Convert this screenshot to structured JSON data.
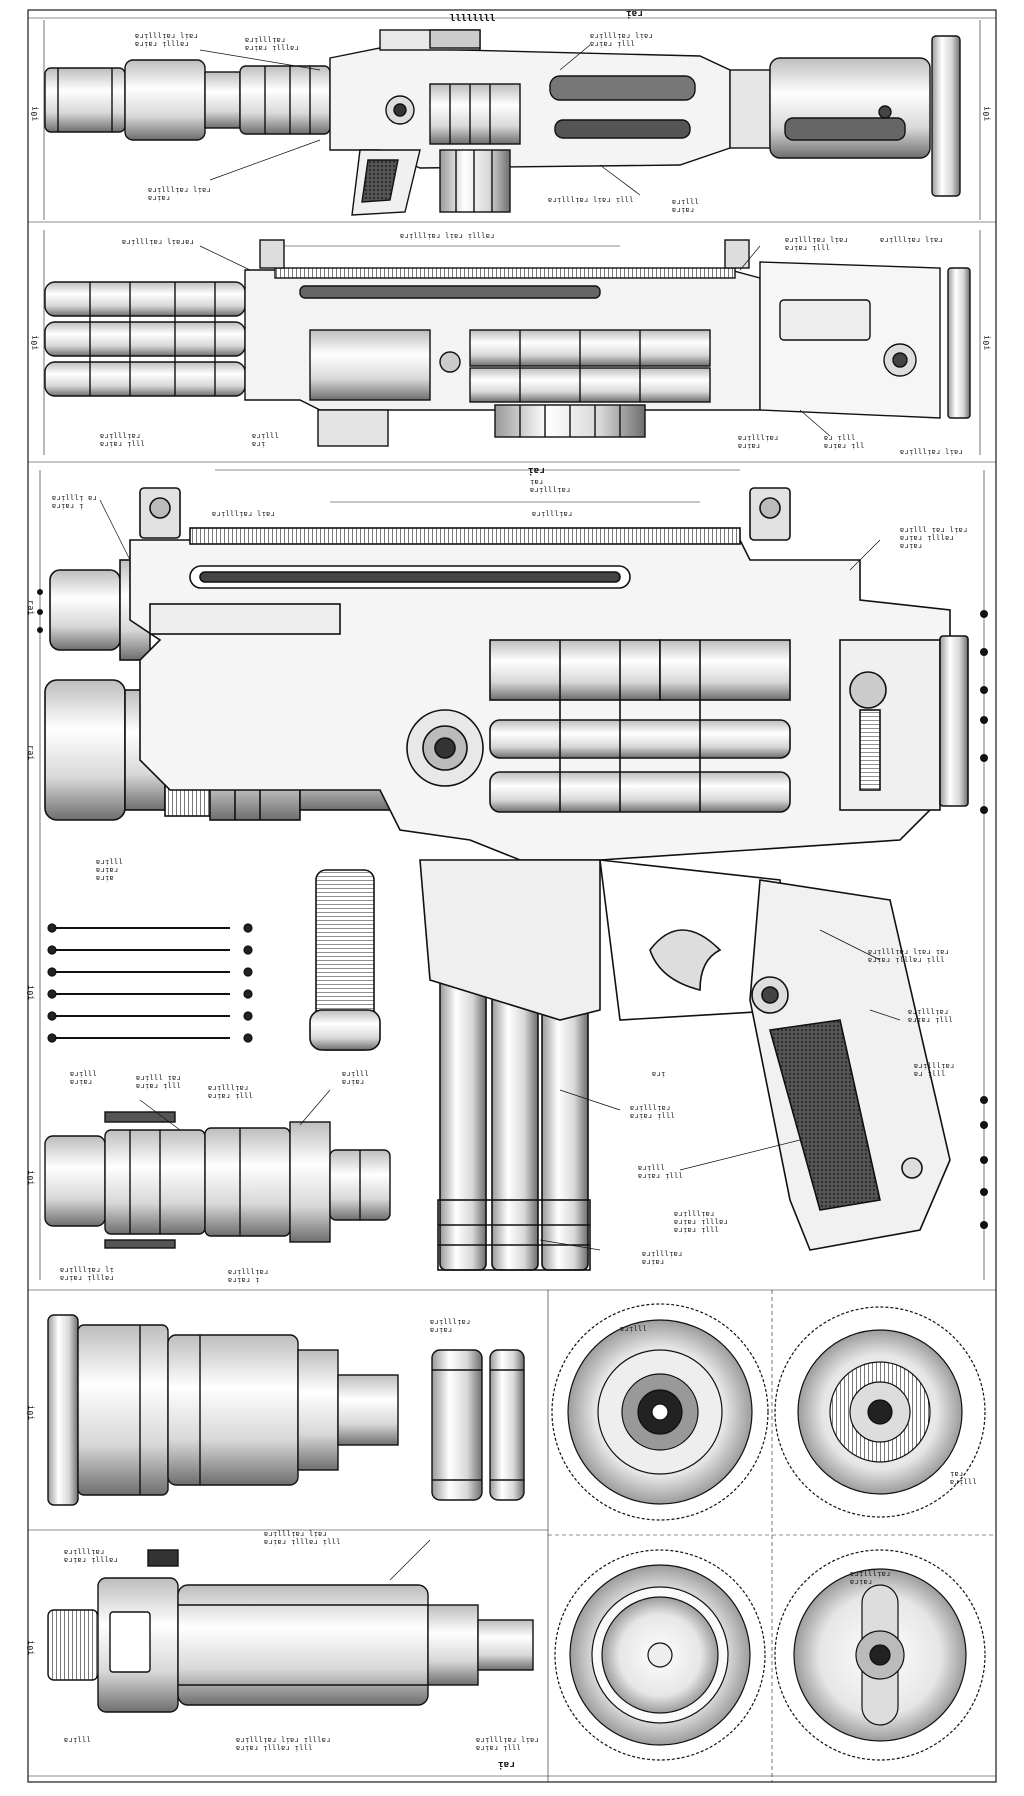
{
  "sheet": {
    "title_marks": [
      "ᴉɐɹ",
      "llllllll"
    ],
    "dimension_marks": {
      "top": "ᴉɐɹ",
      "row1_left": "ᴉ0ᴉ",
      "row1_right": "ᴉ0ᴉ",
      "row2_left": "ᴉ0ᴉ",
      "row2_right": "ᴉ0ᴉ",
      "main_top": "ᴉɐɹ",
      "main_left_a": "ᴉɐɹ",
      "main_left_b": "ᴉɐɹ",
      "rods_left": "ᴉ0ᴉ",
      "parts_left": "ᴉ0ᴉ",
      "lower_left_a": "ᴉ0ᴉ",
      "lower_left_b": "ᴉ0ᴉ",
      "bottom": "ᴉɐɹ"
    },
    "callouts": {
      "r1_a": "ɐɹᴉlllᴉɐɹ lᴉɐɹ\nɐɹᴉɐɹ ᴉlllɐɹ",
      "r1_b": "ɐɹᴉlllᴉɐɹ\nɐɹᴉɐɹ ᴉlllɐɹ",
      "r1_c": "ɐɹᴉlllᴉɐɹ lᴉɐɹ\nɐɹᴉɐɹ ᴉlll",
      "r1_d": "ɐɹᴉlllᴉɐɹ lᴉɐɹ\nɐɹᴉɐɹ",
      "r1_e": "ɐɹᴉlllᴉɐɹ lᴉɐɹ ᴉlll",
      "r1_f": "ɐɹᴉlll\nɐɹᴉɐɹ",
      "r2_a": "ɐɹᴉlllᴉɐɹ lᴉɐɹɐɹ",
      "r2_b": "ɐɹᴉlllᴉɐɹ lᴉɐɹ ᴉlllɐɹ",
      "r2_c": "ɐɹᴉlllᴉɐɹ lᴉɐɹ\nɐɹᴉɐɹ ᴉlll",
      "r2_d": "ɐɹᴉlllᴉɐɹ lᴉɐɹ",
      "r2_e": "ɐɹᴉlllᴉɐɹ\nɐɹᴉɐɹ ᴉlll",
      "r2_f": "ɐɹᴉlll\nɐɹᴉ",
      "r2_g": "ɐɹᴉlllᴉɐɹ\nɐɹᴉɐɹ",
      "r2_h": "ɐɹ ᴉlll\nɐɹᴉɐɹ ᴉll",
      "r2_i": "ɐɹᴉlllᴉɐɹ lᴉɐɹ",
      "m_dim": "ᴉɐɹ\nɐɹᴉlllᴉɐɹ",
      "m_a": "ɐɹᴉlllᴉ ɐɹ\nɐɹᴉɐɹ ᴉ",
      "m_b": "ɐɹᴉlllᴉɐɹ lᴉɐɹ",
      "m_c": "ɐɹᴉlllᴉɐɹ",
      "m_d": "ɐɹᴉlll ᴉɐɹ lᴉɐɹ\nɐɹᴉɐɹ ᴉlllɐɹ\nɐɹᴉɐɹ",
      "m_e": "ɐɹᴉlllᴉɐɹ lᴉɐɹ ᴉɐɹ\nɐɹᴉɐɹ ᴉlllɐɹ ᴉlll",
      "m_f": "ɐɹᴉlllᴉɐɹ\nɐɹᴉɐɹ ᴉlll",
      "m_g": "ɐɹᴉlllᴉɐɹ\nɐɹ ᴉlll",
      "m_h": "ɐɹᴉ",
      "m_i": "ɐɹᴉlll\nɐɹᴉɐɹ\nɐɹᴉɐ",
      "m_j": "ɐɹᴉlll\nɐɹᴉɐɹ",
      "m_k": "ɐɹᴉlllᴉɐɹ\nɐɹᴉɐɹ ᴉlll",
      "m_l": "ɐɹᴉlll\nɐɹᴉɐɹ ᴉlll",
      "m_m": "ɐɹᴉlllᴉɐɹ\nɐɹᴉɐɹ ᴉlllɐɹ\nɐɹᴉɐɹ ᴉlll",
      "m_n": "ɐɹᴉlllᴉɐɹ\nɐɹᴉɐɹ",
      "m_o": "ɐɹᴉlllᴉɐɹ\nɐɹᴉɐɹ ᴉ",
      "m_p": "ɐɹᴉlllᴉɐɹ lᴉ\nɐɹᴉɐɹ ᴉlllɐɹ",
      "p_a": "ɐɹᴉlll\nɐɹᴉɐɹ",
      "p_b": "ɐɹᴉlll ᴉɐɹ\nɐɹᴉɐɹ ᴉlll",
      "p_c": "ɐɹᴉlllᴉɐɹ\nɐɹᴉɐɹ ᴉlll",
      "p_d": "ɐɹᴉlllᴉɐɹ\nɐɹᴉɐɹ",
      "p_e": "ɐɹᴉlllᴉɐɹ lᴉɐɹ\nɐɹᴉɐɹ ᴉlllɐɹ ᴉlll",
      "l_a": "ɐɹᴉlllᴉɐɹ\nɐɹᴉɐɹ ᴉlllɐɹ",
      "l_b": "ɐɹᴉlllᴉɐɹ lᴉɐɹ ᴉlllɐɹ\nɐɹᴉɐɹ ᴉlllɐɹ ᴉlll",
      "l_c": "ɐɹᴉlll",
      "l_d": "ɐɹᴉlllᴉɐɹ lᴉɐɹ\nɐɹᴉɐɹ ᴉlll",
      "l_e": "ɐɹᴉlllᴉɐɹ\nɐɹᴉɐɹ",
      "l_f": "ɐɹᴉlll",
      "l_g": "ᴉɐɹ\nɐɹᴉlll"
    }
  }
}
